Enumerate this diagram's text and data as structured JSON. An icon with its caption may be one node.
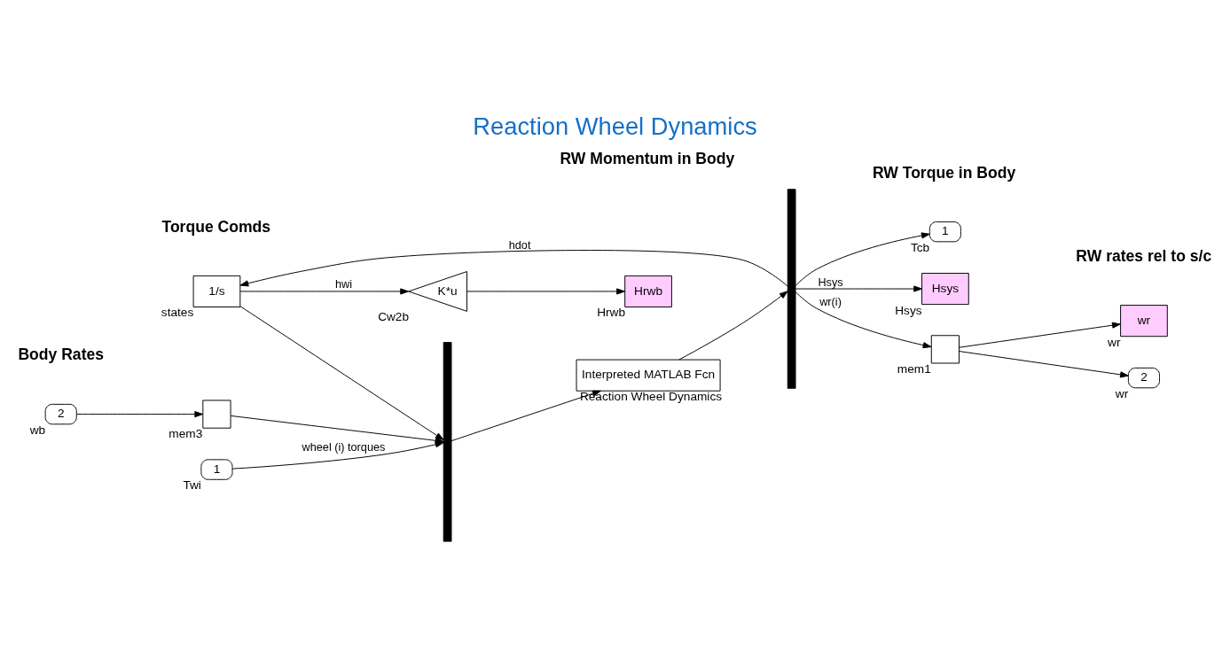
{
  "diagram": {
    "title": "Reaction Wheel Dynamics",
    "nodes": [
      {
        "text": [
          "Hrwb"
        ],
        "beside": [
          "Hrwb"
        ]
      },
      {
        "text": [
          "K*u"
        ],
        "beside": [
          "Cw2b"
        ]
      },
      {
        "text": [
          "1/s"
        ],
        "beside": [
          "states"
        ]
      },
      {
        "text": [],
        "shape": "bar"
      },
      {
        "text": [],
        "shape": "bar"
      },
      {
        "text": [
          "2"
        ],
        "beside": [
          "wb"
        ]
      },
      {
        "text": [],
        "shape": "box",
        "beside": [
          "mem3"
        ]
      },
      {
        "text": [
          "1"
        ],
        "beside": [
          "Twi"
        ]
      },
      {
        "text": [
          "Interpreted MATLAB Fcn"
        ],
        "beside": [
          "Reaction Wheel Dynamics"
        ]
      },
      {
        "text": [
          "1"
        ],
        "beside": [
          "Tcb"
        ]
      },
      {
        "text": [
          "Hsys"
        ],
        "beside": [
          "Hsys"
        ]
      },
      {
        "text": [],
        "shape": "box",
        "beside": [
          "mem1"
        ]
      },
      {
        "text": [
          "wr"
        ],
        "beside": [
          "wr"
        ]
      },
      {
        "text": [
          "2"
        ],
        "beside": [
          "wr"
        ]
      }
    ],
    "edges": [
      {
        "from": 1,
        "to": 0,
        "arrow": "to"
      },
      {
        "from": 2,
        "to": 1,
        "arrow": "to",
        "label": "hwi"
      },
      {
        "from": 2,
        "to": 3,
        "arrow": "to"
      },
      {
        "from": 4,
        "to": 2,
        "arrow": "to",
        "label": "hdot"
      },
      {
        "from": 5,
        "to": 6,
        "arrow": "to"
      },
      {
        "from": 6,
        "to": 3,
        "arrow": "to"
      },
      {
        "from": 7,
        "to": 3,
        "arrow": "to",
        "label": "wheel (i) torques"
      },
      {
        "from": 3,
        "to": 8,
        "arrow": "to"
      },
      {
        "from": 8,
        "to": 4,
        "arrow": "to"
      },
      {
        "from": 4,
        "to": 9,
        "arrow": "to"
      },
      {
        "from": 4,
        "to": 10,
        "arrow": "to",
        "label": "Hsys"
      },
      {
        "from": 4,
        "to": 11,
        "arrow": "to",
        "label": "wr(i)"
      },
      {
        "from": 11,
        "to": 12,
        "arrow": "to"
      },
      {
        "from": 11,
        "to": 13,
        "arrow": "to"
      }
    ],
    "labels": [
      "RW Momentum in Body",
      "Body Rates",
      "Torque Comds",
      "RW Torque in Body",
      "RW rates rel to s/c"
    ]
  }
}
